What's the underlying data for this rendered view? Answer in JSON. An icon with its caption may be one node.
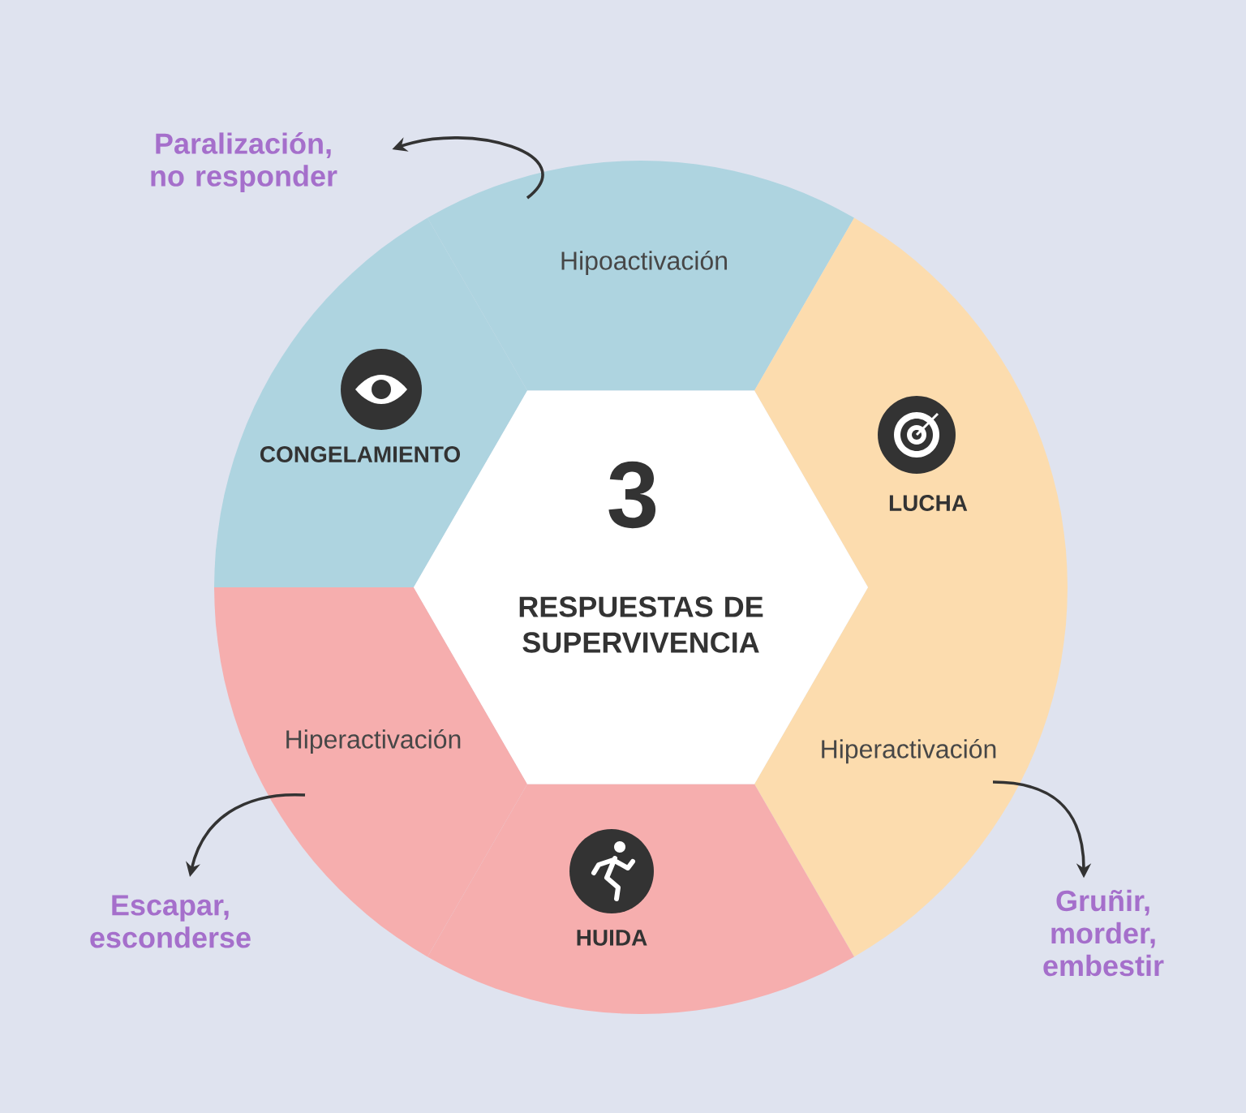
{
  "diagram": {
    "nodes": [
      {
        "text": [
          "Paralización, no responder"
        ]
      },
      {
        "text": [
          "Hipoactivación"
        ]
      },
      {
        "text": [
          "CONGELAMIENTO"
        ]
      },
      {
        "text": [
          "3",
          "RESPUESTAS DE SUPERVIVENCIA"
        ]
      },
      {
        "text": [
          "LUCHA"
        ]
      },
      {
        "text": [
          "Hiperactivación"
        ]
      },
      {
        "text": [
          "Hiperactivación"
        ]
      },
      {
        "text": [
          "HUIDA"
        ]
      },
      {
        "text": [
          "Escapar, esconderse"
        ]
      },
      {
        "text": [
          "Gruñir, morder, embestir"
        ]
      }
    ],
    "edges": [
      {
        "from": 1,
        "to": 0,
        "arrow": "to"
      },
      {
        "from": 6,
        "to": 9,
        "arrow": "to"
      },
      {
        "from": 5,
        "to": 8,
        "arrow": "to"
      }
    ]
  }
}
